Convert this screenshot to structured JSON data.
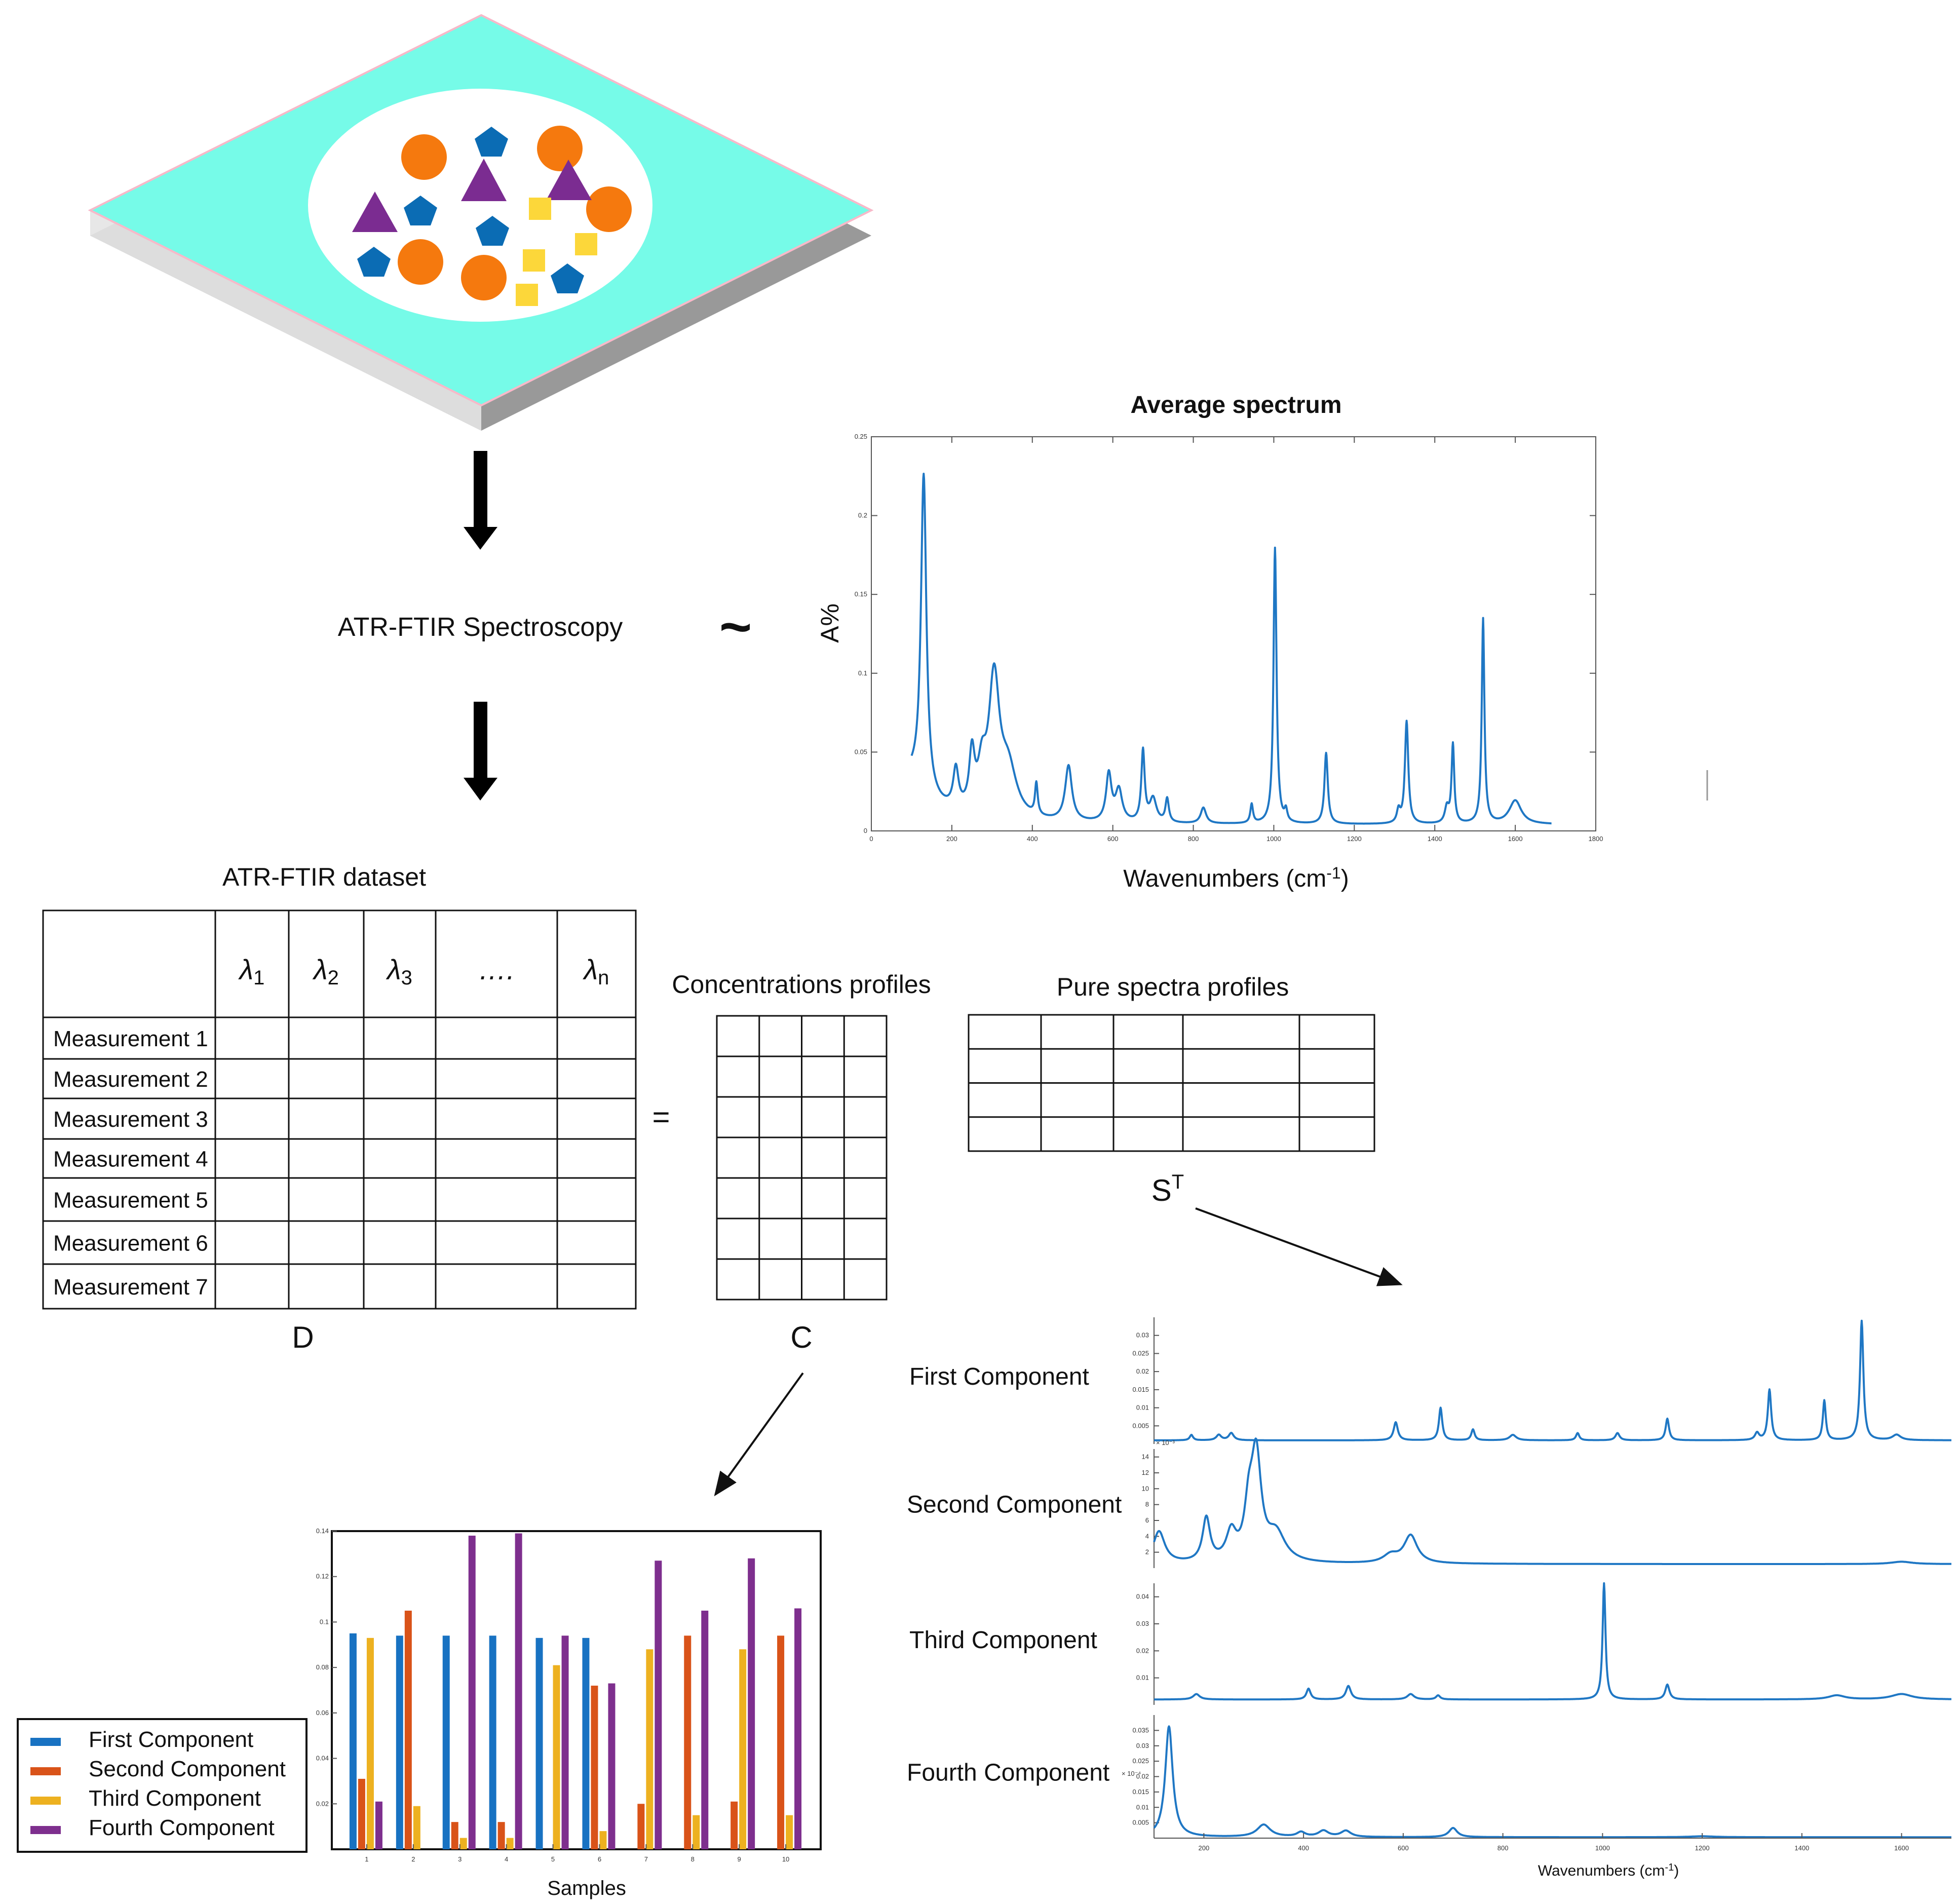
{
  "colors": {
    "cyan_surface": "#76fbe8",
    "base_gray": "#999999",
    "orange": "#f5790e",
    "blue": "#0b6cb4",
    "purple": "#7b2c91",
    "yellow": "#fcd73a",
    "line_blue": "#1f77c4",
    "bar_first": "#1872c2",
    "bar_second": "#d95319",
    "bar_third": "#edb120",
    "bar_fourth": "#7e2f8e"
  },
  "labels": {
    "technique": "ATR-FTIR Spectroscopy",
    "approx": "~",
    "dataset_title": "ATR-FTIR dataset",
    "equals": "=",
    "d_label": "D",
    "c_label": "C",
    "c_title": "Concentrations profiles",
    "s_title": "Pure spectra profiles",
    "s_label": "S",
    "s_sup": "T"
  },
  "dataset": {
    "columns": [
      {
        "sym": "λ",
        "sub": "1"
      },
      {
        "sym": "λ",
        "sub": "2"
      },
      {
        "sym": "λ",
        "sub": "3"
      },
      {
        "sym": "….",
        "sub": ""
      },
      {
        "sym": "λ",
        "sub": "n"
      }
    ],
    "rows": [
      "Measurement 1",
      "Measurement 2",
      "Measurement 3",
      "Measurement 4",
      "Measurement 5",
      "Measurement 6",
      "Measurement 7"
    ]
  },
  "chart_data": [
    {
      "type": "line",
      "title": "Average spectrum",
      "ylabel": "A%",
      "xlabel": "Wavenumbers (cm",
      "xlabel_sup": "-1",
      "xlabel_end": ")",
      "xlim": [
        0,
        1800
      ],
      "ylim": [
        0,
        0.25
      ],
      "x_ticks": [
        0,
        200,
        400,
        600,
        800,
        1000,
        1200,
        1400,
        1600,
        1800
      ],
      "y_ticks": [
        0,
        0.05,
        0.1,
        0.15,
        0.2,
        0.25
      ],
      "series": [
        {
          "baseline": 0.004,
          "x_range": [
            100,
            1690
          ],
          "peaks": [
            [
              90,
              0.03,
              60
            ],
            [
              130,
              0.2,
              8
            ],
            [
              210,
              0.025,
              8
            ],
            [
              250,
              0.035,
              8
            ],
            [
              275,
              0.025,
              12
            ],
            [
              305,
              0.085,
              16
            ],
            [
              340,
              0.03,
              25
            ],
            [
              410,
              0.02,
              4
            ],
            [
              490,
              0.035,
              10
            ],
            [
              590,
              0.03,
              8
            ],
            [
              615,
              0.02,
              10
            ],
            [
              675,
              0.045,
              5
            ],
            [
              700,
              0.015,
              10
            ],
            [
              735,
              0.015,
              5
            ],
            [
              825,
              0.01,
              8
            ],
            [
              945,
              0.012,
              4
            ],
            [
              1003,
              0.175,
              4.5
            ],
            [
              1030,
              0.007,
              4
            ],
            [
              1130,
              0.045,
              5
            ],
            [
              1310,
              0.008,
              5
            ],
            [
              1330,
              0.065,
              5
            ],
            [
              1430,
              0.01,
              6
            ],
            [
              1445,
              0.05,
              4
            ],
            [
              1520,
              0.13,
              4
            ],
            [
              1600,
              0.015,
              18
            ]
          ]
        }
      ]
    },
    {
      "type": "line",
      "title": "",
      "xlabel": "Wavenumbers (cm",
      "xlabel_sup": "-1",
      "xlabel_end": ")",
      "xlim": [
        100,
        1700
      ],
      "x_ticks": [
        200,
        400,
        600,
        800,
        1000,
        1200,
        1400,
        1600
      ],
      "series": [
        {
          "name": "First Component",
          "ylim": [
            0,
            0.035
          ],
          "y_ticks": [
            0.005,
            0.01,
            0.015,
            0.02,
            0.025,
            0.03
          ],
          "baseline": 0.001,
          "peaks": [
            [
              175,
              0.0015,
              4
            ],
            [
              230,
              0.0015,
              6
            ],
            [
              255,
              0.002,
              6
            ],
            [
              585,
              0.005,
              5
            ],
            [
              675,
              0.009,
              4
            ],
            [
              740,
              0.003,
              4
            ],
            [
              820,
              0.0015,
              8
            ],
            [
              950,
              0.002,
              4
            ],
            [
              1030,
              0.002,
              5
            ],
            [
              1130,
              0.006,
              4
            ],
            [
              1310,
              0.002,
              5
            ],
            [
              1335,
              0.014,
              4
            ],
            [
              1445,
              0.011,
              3.5
            ],
            [
              1520,
              0.033,
              4
            ],
            [
              1590,
              0.0015,
              10
            ]
          ]
        },
        {
          "name": "Second Component",
          "ylim": [
            0,
            0.015
          ],
          "y_ticks": [
            0.002,
            0.004,
            0.006,
            0.008,
            0.01,
            0.012,
            0.014
          ],
          "y_tick_labels": [
            "2",
            "4",
            "6",
            "8",
            "10",
            "12",
            "14"
          ],
          "scale_label": "× 10⁻³",
          "baseline": 0.0005,
          "peaks": [
            [
              110,
              0.004,
              14
            ],
            [
              205,
              0.0055,
              9
            ],
            [
              255,
              0.0035,
              12
            ],
            [
              290,
              0.0055,
              10
            ],
            [
              305,
              0.013,
              12
            ],
            [
              345,
              0.0035,
              22
            ],
            [
              575,
              0.001,
              18
            ],
            [
              615,
              0.0035,
              16
            ],
            [
              1600,
              0.0003,
              25
            ]
          ]
        },
        {
          "name": "Third Component",
          "ylim": [
            0,
            0.045
          ],
          "y_ticks": [
            0.01,
            0.02,
            0.03,
            0.04
          ],
          "baseline": 0.002,
          "peaks": [
            [
              185,
              0.002,
              8
            ],
            [
              410,
              0.004,
              5
            ],
            [
              490,
              0.005,
              6
            ],
            [
              615,
              0.002,
              8
            ],
            [
              670,
              0.0015,
              5
            ],
            [
              1003,
              0.043,
              3.5
            ],
            [
              1130,
              0.0055,
              5
            ],
            [
              1470,
              0.0015,
              20
            ],
            [
              1600,
              0.002,
              25
            ]
          ]
        },
        {
          "name": "Fourth Component",
          "ylim": [
            0,
            0.04
          ],
          "y_ticks": [
            0.005,
            0.01,
            0.015,
            0.02,
            0.025,
            0.03,
            0.035
          ],
          "scale_label": "× 10⁻⁴",
          "baseline": 0.0003,
          "peaks": [
            [
              130,
              0.036,
              9
            ],
            [
              320,
              0.004,
              16
            ],
            [
              395,
              0.0015,
              10
            ],
            [
              440,
              0.002,
              12
            ],
            [
              485,
              0.002,
              12
            ],
            [
              700,
              0.003,
              10
            ],
            [
              1200,
              0.0003,
              30
            ]
          ]
        }
      ]
    },
    {
      "type": "bar",
      "xlabel": "Samples",
      "categories": [
        "1",
        "2",
        "3",
        "4",
        "5",
        "6",
        "7",
        "8",
        "9",
        "10"
      ],
      "ylim": [
        0,
        0.14
      ],
      "y_ticks": [
        0.02,
        0.04,
        0.06,
        0.08,
        0.1,
        0.12,
        0.14
      ],
      "series": [
        {
          "name": "First Component",
          "values": [
            0.095,
            0.094,
            0.094,
            0.094,
            0.093,
            0.093,
            0,
            0,
            0,
            0
          ]
        },
        {
          "name": "Second Component",
          "values": [
            0.031,
            0.105,
            0.012,
            0.012,
            0,
            0.072,
            0.02,
            0.094,
            0.021,
            0.094
          ]
        },
        {
          "name": "Third Component",
          "values": [
            0.093,
            0.019,
            0.005,
            0.005,
            0.081,
            0.008,
            0.088,
            0.015,
            0.088,
            0.015
          ]
        },
        {
          "name": "Fourth Component",
          "values": [
            0.021,
            0,
            0.138,
            0.139,
            0.094,
            0.073,
            0.127,
            0.105,
            0.128,
            0.106
          ]
        }
      ]
    }
  ]
}
